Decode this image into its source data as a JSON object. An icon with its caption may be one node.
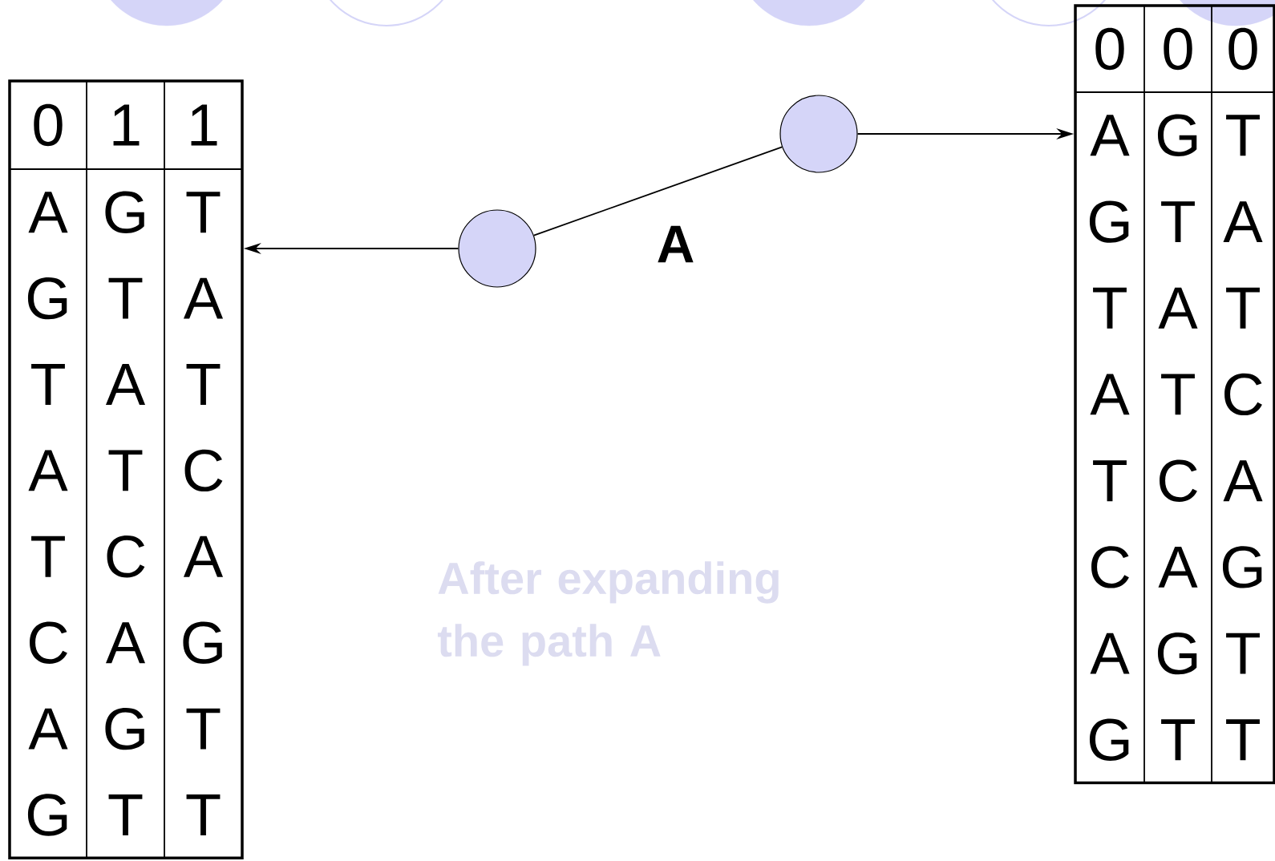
{
  "diagram": {
    "nodes": [
      {
        "text": [
          "0",
          "1",
          "1",
          "A",
          "G",
          "T",
          "G",
          "T",
          "A",
          "T",
          "A",
          "T",
          "A",
          "T",
          "C",
          "T",
          "C",
          "A",
          "C",
          "A",
          "G",
          "A",
          "G",
          "T",
          "G",
          "T",
          "T"
        ]
      },
      {
        "text": [
          "0",
          "0",
          "0",
          "A",
          "G",
          "T",
          "G",
          "T",
          "A",
          "T",
          "A",
          "T",
          "A",
          "T",
          "C",
          "T",
          "C",
          "A",
          "C",
          "A",
          "G",
          "A",
          "G",
          "T",
          "G",
          "T",
          "T"
        ]
      },
      {
        "text": [],
        "shape": "circle"
      },
      {
        "text": [],
        "shape": "circle"
      }
    ],
    "edges": [
      {
        "from": 2,
        "to": 0,
        "arrow": "to"
      },
      {
        "from": 2,
        "to": 3,
        "arrow": "none",
        "label": "A"
      },
      {
        "from": 3,
        "to": 1,
        "arrow": "to"
      }
    ],
    "labels": [
      "After expanding the path A"
    ]
  }
}
